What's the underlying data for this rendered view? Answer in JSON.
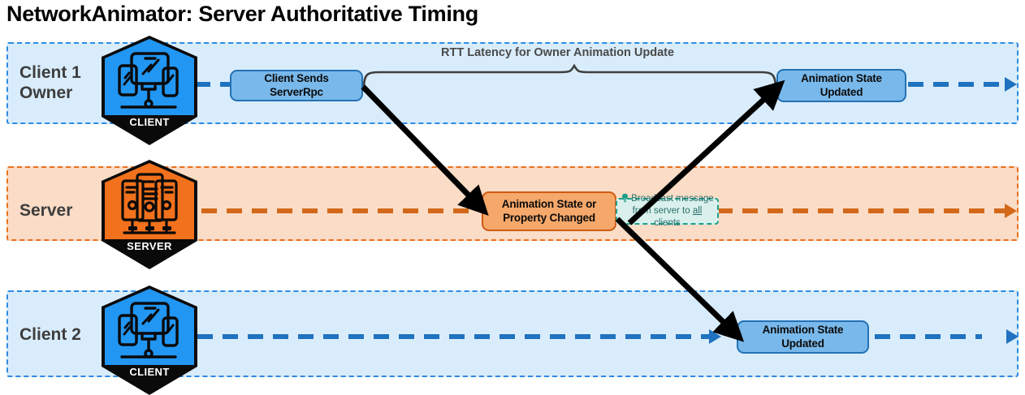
{
  "title": "NetworkAnimator: Server Authoritative Timing",
  "colors": {
    "client_lane_fill": "#d9ecfb",
    "client_lane_border": "#2e8ae0",
    "server_lane_fill": "#fbdcc6",
    "server_lane_border": "#e8701a",
    "client_node_fill": "#79b8ea",
    "client_node_border": "#2271b5",
    "server_node_fill": "#f6a86a",
    "server_node_border": "#cf5b14",
    "note_fill": "#d9f0ec",
    "note_border": "#1e9e8a",
    "note_text": "#2b6f6a",
    "timeline_client": "#1f72bf",
    "timeline_server": "#d2691a",
    "message_arrow": "#000000",
    "lane_label_text": "#3d3d3d",
    "brace_text": "#4a4a4a"
  },
  "lanes": [
    {
      "id": "client1",
      "label": "Client 1\nOwner",
      "actor_caption": "CLIENT",
      "actor_icon": "client-devices-icon"
    },
    {
      "id": "server",
      "label": "Server",
      "actor_caption": "SERVER",
      "actor_icon": "server-racks-icon"
    },
    {
      "id": "client2",
      "label": "Client 2",
      "actor_caption": "CLIENT",
      "actor_icon": "client-devices-icon"
    }
  ],
  "nodes": {
    "client1_send": "Client Sends ServerRpc",
    "client1_updated": "Animation State Updated",
    "server_changed": "Animation State or\nProperty Changed",
    "client2_updated": "Animation State Updated"
  },
  "note": {
    "icon": "lightbulb-icon",
    "line1": "Broadcast message",
    "line2_pre": "from server to ",
    "line2_emphasis": "all",
    "line2_post": " clients"
  },
  "brace": {
    "label": "RTT Latency for Owner Animation Update"
  },
  "arrows": [
    {
      "name": "client1-to-server",
      "from": "client1_send",
      "to": "server_changed"
    },
    {
      "name": "server-to-client1",
      "from": "server_changed",
      "to": "client1_updated"
    },
    {
      "name": "server-to-client2",
      "from": "server_changed",
      "to": "client2_updated"
    }
  ]
}
